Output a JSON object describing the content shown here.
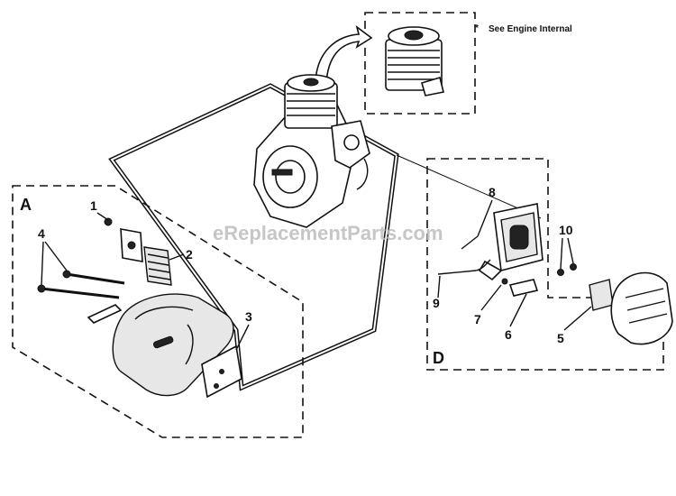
{
  "note": {
    "marker": "*",
    "text": "See Engine Internal"
  },
  "watermark": "eReplacementParts.com",
  "groups": {
    "A": "A",
    "D": "D"
  },
  "callouts": [
    "1",
    "2",
    "3",
    "4",
    "5",
    "6",
    "7",
    "8",
    "9",
    "10"
  ]
}
